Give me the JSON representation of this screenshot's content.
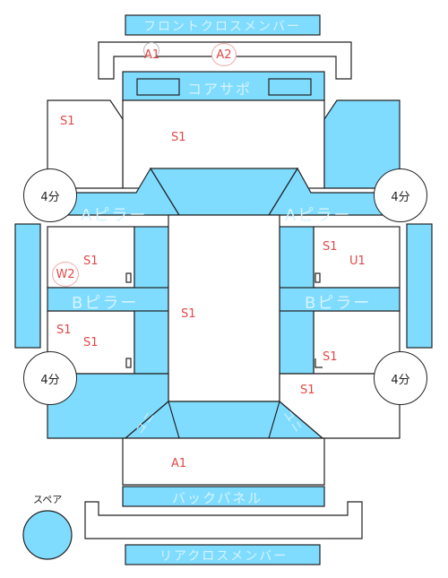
{
  "colors": {
    "fill": "#7fdcff",
    "stroke": "#222222",
    "label": "#e24848",
    "part_text": "#d6f3ff"
  },
  "parts": {
    "front_cross_member": "フロントクロスメンバー",
    "core_support": "コアサポ",
    "a_pillar_left": "Aピラー",
    "a_pillar_right": "Aピラー",
    "b_pillar_left": "Bピラー",
    "b_pillar_right": "Bピラー",
    "unit_left": "ユニ",
    "unit_right": "ユニ",
    "back_panel": "バックパネル",
    "rear_cross_member": "リアクロスメンバー",
    "spare": "スペア"
  },
  "gauges": {
    "front_left": "4分",
    "front_right": "4分",
    "rear_left": "4分",
    "rear_right": "4分"
  },
  "damage_marks": {
    "a1_front": "A1",
    "a2_front": "A2",
    "s1_front_left": "S1",
    "s1_hood": "S1",
    "s1_front_door_left": "S1",
    "w2_left": "W2",
    "s1_roof": "S1",
    "s1_rear_door_left_a": "S1",
    "s1_rear_door_left_b": "S1",
    "s1_front_door_right": "S1",
    "u1_right": "U1",
    "s1_rear_door_right": "S1",
    "s1_rear_right": "S1",
    "a1_rear": "A1"
  }
}
